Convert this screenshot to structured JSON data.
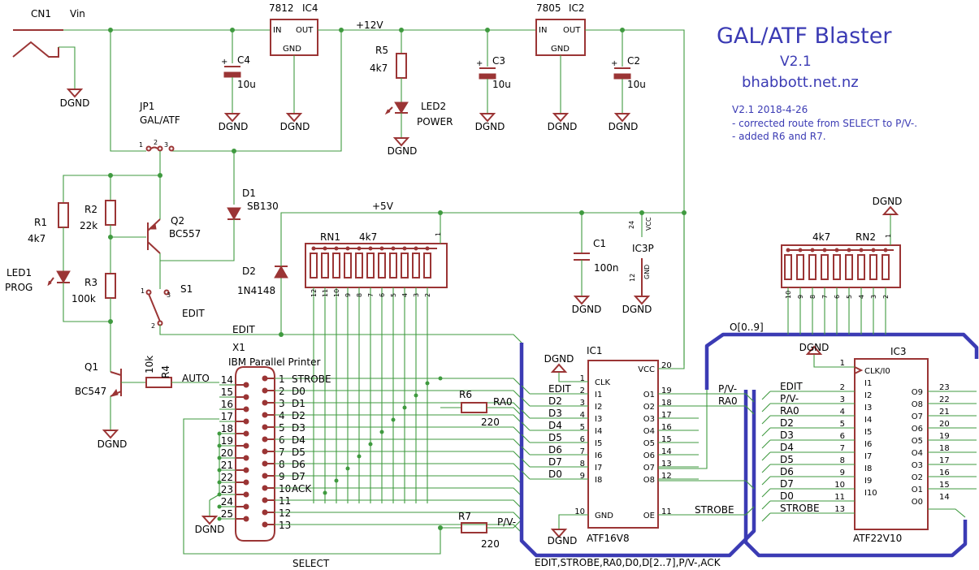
{
  "header": {
    "title": "GAL/ATF Blaster",
    "version": "V2.1",
    "website": "bhabbott.net.nz",
    "notes": [
      "V2.1 2018-4-26",
      "- corrected route from SELECT to P/V-.",
      "- added R6 and R7."
    ]
  },
  "ground_label": "DGND",
  "nets": {
    "vin": "Vin",
    "v12": "+12V",
    "v5": "+5V",
    "edit": "EDIT",
    "auto": "AUTO",
    "select": "SELECT",
    "bus_o": "O[0..9]",
    "bus_main": "EDIT,STROBE,RA0,D0,D[2..7],P/V-,ACK",
    "strobe": "STROBE",
    "pv": "P/V-",
    "ra0": "RA0"
  },
  "components": {
    "cn1": "CN1",
    "ic4": {
      "name": "IC4",
      "type": "7812",
      "in": "IN",
      "out": "OUT",
      "gnd": "GND"
    },
    "ic2": {
      "name": "IC2",
      "type": "7805",
      "in": "IN",
      "out": "OUT",
      "gnd": "GND"
    },
    "c4": {
      "name": "C4",
      "value": "10u"
    },
    "c3": {
      "name": "C3",
      "value": "10u"
    },
    "c2": {
      "name": "C2",
      "value": "10u"
    },
    "c1": {
      "name": "C1",
      "value": "100n"
    },
    "r5": {
      "name": "R5",
      "value": "4k7"
    },
    "led2": {
      "name": "LED2",
      "value": "POWER"
    },
    "jp1": {
      "name": "JP1",
      "value": "GAL/ATF",
      "pins": [
        "1",
        "2",
        "3"
      ]
    },
    "r1": {
      "name": "R1",
      "value": "4k7"
    },
    "r2": {
      "name": "R2",
      "value": "22k"
    },
    "r3": {
      "name": "R3",
      "value": "100k"
    },
    "led1": {
      "name": "LED1",
      "value": "PROG"
    },
    "q2": {
      "name": "Q2",
      "value": "BC557"
    },
    "q1": {
      "name": "Q1",
      "value": "BC547"
    },
    "d1": {
      "name": "D1",
      "value": "SB130"
    },
    "d2": {
      "name": "D2",
      "value": "1N4148"
    },
    "s1": {
      "name": "S1",
      "value": "EDIT",
      "pins": [
        "1",
        "2",
        "3"
      ]
    },
    "r4": {
      "name": "R4",
      "value": "10k"
    },
    "r6": {
      "name": "R6",
      "value": "220"
    },
    "r7": {
      "name": "R7",
      "value": "220"
    },
    "rn1": {
      "name": "RN1",
      "value": "4k7",
      "pins": [
        "12",
        "11",
        "10",
        "9",
        "8",
        "7",
        "6",
        "5",
        "4",
        "3",
        "2"
      ],
      "pin1": "1"
    },
    "rn2": {
      "name": "RN2",
      "value": "4k7",
      "pins": [
        "10",
        "9",
        "8",
        "7",
        "6",
        "5",
        "4",
        "3",
        "2"
      ],
      "pin1": "1"
    },
    "ic3p": {
      "name": "IC3P",
      "vcc": "VCC",
      "gnd": "GND",
      "pin_vcc": "24",
      "pin_gnd": "12"
    },
    "x1": {
      "name": "X1",
      "value": "IBM Parallel Printer",
      "left_pins": [
        "14",
        "15",
        "16",
        "17",
        "18",
        "19",
        "20",
        "21",
        "22",
        "23",
        "24",
        "25"
      ],
      "right_pins": [
        "1",
        "2",
        "3",
        "4",
        "5",
        "6",
        "7",
        "8",
        "9",
        "10",
        "11",
        "12",
        "13"
      ],
      "right_nets": [
        "STROBE",
        "D0",
        "D1",
        "D2",
        "D3",
        "D4",
        "D5",
        "D6",
        "D7",
        "ACK",
        "",
        "",
        ""
      ]
    },
    "ic1": {
      "name": "IC1",
      "value": "ATF16V8",
      "left_pins": [
        {
          "num": "1",
          "name": "CLK"
        },
        {
          "num": "2",
          "name": "I1"
        },
        {
          "num": "3",
          "name": "I2"
        },
        {
          "num": "4",
          "name": "I3"
        },
        {
          "num": "5",
          "name": "I4"
        },
        {
          "num": "6",
          "name": "I5"
        },
        {
          "num": "7",
          "name": "I6"
        },
        {
          "num": "8",
          "name": "I7"
        },
        {
          "num": "9",
          "name": "I8"
        },
        {
          "num": "10",
          "name": "GND"
        }
      ],
      "left_nets": [
        "",
        "EDIT",
        "D2",
        "D3",
        "D4",
        "D5",
        "D6",
        "D7",
        "D0",
        ""
      ],
      "right_pins": [
        {
          "num": "20",
          "name": "VCC"
        },
        {
          "num": "19",
          "name": "O1"
        },
        {
          "num": "18",
          "name": "O2"
        },
        {
          "num": "17",
          "name": "O3"
        },
        {
          "num": "16",
          "name": "O4"
        },
        {
          "num": "15",
          "name": "O5"
        },
        {
          "num": "14",
          "name": "O6"
        },
        {
          "num": "13",
          "name": "O7"
        },
        {
          "num": "12",
          "name": "O8"
        },
        {
          "num": "11",
          "name": "OE"
        }
      ],
      "right_nets": [
        "",
        "P/V-",
        "RA0",
        "",
        "",
        "",
        "",
        "",
        "",
        "STROBE"
      ]
    },
    "ic3": {
      "name": "IC3",
      "value": "ATF22V10",
      "left_pins": [
        {
          "num": "1",
          "name": "CLK/I0"
        },
        {
          "num": "2",
          "name": "I1"
        },
        {
          "num": "3",
          "name": "I2"
        },
        {
          "num": "4",
          "name": "I3"
        },
        {
          "num": "5",
          "name": "I4"
        },
        {
          "num": "6",
          "name": "I5"
        },
        {
          "num": "7",
          "name": "I6"
        },
        {
          "num": "8",
          "name": "I7"
        },
        {
          "num": "9",
          "name": "I8"
        },
        {
          "num": "10",
          "name": "I9"
        },
        {
          "num": "11",
          "name": "I10"
        }
      ],
      "left_nets": [
        "",
        "EDIT",
        "P/V-",
        "RA0",
        "D2",
        "D3",
        "D4",
        "D5",
        "D6",
        "D7",
        "D0",
        "STROBE"
      ],
      "right_pins": [
        {
          "num": "23",
          "name": "O9"
        },
        {
          "num": "22",
          "name": "O8"
        },
        {
          "num": "21",
          "name": "O7"
        },
        {
          "num": "20",
          "name": "O6"
        },
        {
          "num": "19",
          "name": "O5"
        },
        {
          "num": "18",
          "name": "O4"
        },
        {
          "num": "17",
          "name": "O3"
        },
        {
          "num": "16",
          "name": "O2"
        },
        {
          "num": "15",
          "name": "O1"
        },
        {
          "num": "14",
          "name": "O0"
        }
      ],
      "ic3_left_pin_numbers": [
        "2",
        "3",
        "4",
        "5",
        "6",
        "7",
        "8",
        "9",
        "10",
        "11",
        "13"
      ]
    }
  },
  "colors": {
    "wire": "#3f9a3f",
    "symbol": "#9b3535",
    "bus": "#3b3bb4",
    "text": "#000000",
    "background": "#ffffff"
  }
}
